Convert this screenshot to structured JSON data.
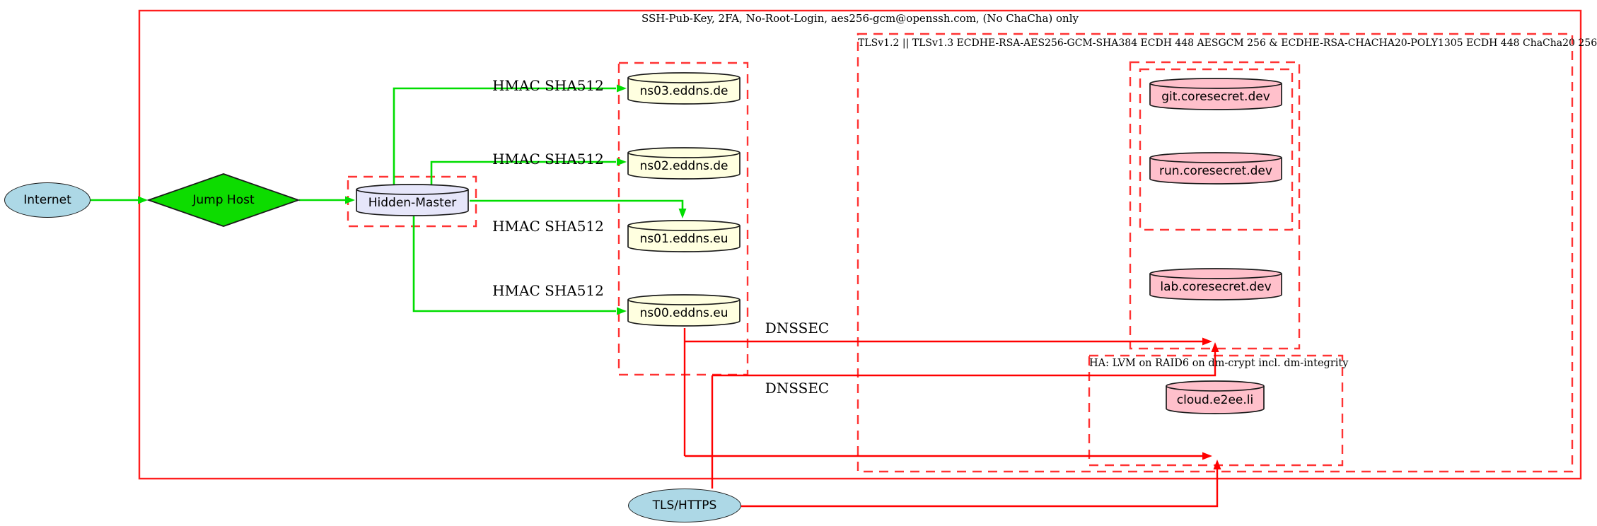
{
  "diagram": {
    "outer_zone_label": "SSH-Pub-Key, 2FA, No-Root-Login, aes256-gcm@openssh.com, (No ChaCha) only",
    "tls_zone_label": "TLSv1.2 || TLSv1.3 ECDHE-RSA-AES256-GCM-SHA384 ECDH 448 AESGCM 256 & ECDHE-RSA-CHACHA20-POLY1305 ECDH 448 ChaCha20 256",
    "ha_zone_label": "HA: LVM on RAID6 on dm-crypt incl. dm-integrity"
  },
  "nodes": {
    "internet": {
      "label": "Internet",
      "shape": "ellipse",
      "fill": "#add8e6"
    },
    "jump_host": {
      "label": "Jump Host",
      "shape": "diamond",
      "fill": "#0ddc00"
    },
    "hidden_master": {
      "label": "Hidden-Master",
      "shape": "cylinder",
      "fill": "#e6e6fa"
    },
    "ns03": {
      "label": "ns03.eddns.de",
      "shape": "cylinder",
      "fill": "#ffffe0"
    },
    "ns02": {
      "label": "ns02.eddns.de",
      "shape": "cylinder",
      "fill": "#ffffe0"
    },
    "ns01": {
      "label": "ns01.eddns.eu",
      "shape": "cylinder",
      "fill": "#ffffe0"
    },
    "ns00": {
      "label": "ns00.eddns.eu",
      "shape": "cylinder",
      "fill": "#ffffe0"
    },
    "git": {
      "label": "git.coresecret.dev",
      "shape": "cylinder",
      "fill": "#ffc0cb"
    },
    "run": {
      "label": "run.coresecret.dev",
      "shape": "cylinder",
      "fill": "#ffc0cb"
    },
    "lab": {
      "label": "lab.coresecret.dev",
      "shape": "cylinder",
      "fill": "#ffc0cb"
    },
    "cloud": {
      "label": "cloud.e2ee.li",
      "shape": "cylinder",
      "fill": "#ffc0cb"
    },
    "tls_https": {
      "label": "TLS/HTTPS",
      "shape": "ellipse",
      "fill": "#add8e6"
    }
  },
  "edge_labels": {
    "hmac_ns03": "HMAC SHA512",
    "hmac_ns02": "HMAC SHA512",
    "hmac_ns01": "HMAC SHA512",
    "hmac_ns00": "HMAC SHA512",
    "dnssec_upper": "DNSSEC",
    "dnssec_lower": "DNSSEC"
  },
  "palette": {
    "secure_edge_green": "#00dd00",
    "tls_edge_red": "#ff0000",
    "cluster_dashed_red": "#ff3333",
    "node_border": "#1a1a1a",
    "internet_fill": "#add8e6",
    "nameserver_fill": "#ffffe0",
    "service_fill": "#ffc0cb",
    "hidden_master_fill": "#e6e6fa",
    "jump_host_fill": "#0ddc00"
  }
}
